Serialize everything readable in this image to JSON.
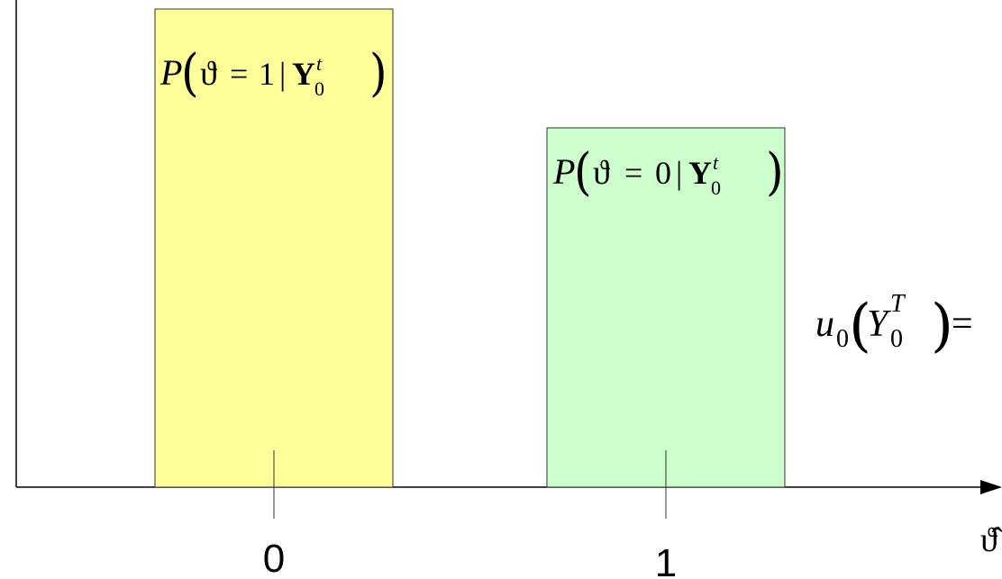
{
  "bars": [
    {
      "id": "bar-0",
      "tick_label": "0",
      "fill": "#ffff99",
      "label": {
        "lhs": "P",
        "var": "ϑ",
        "eq": "=",
        "val": "1",
        "bar": "|",
        "Y": "Y",
        "sub": "0",
        "sup": "t"
      }
    },
    {
      "id": "bar-1",
      "tick_label": "1",
      "fill": "#ccffcc",
      "label": {
        "lhs": "P",
        "var": "ϑ",
        "eq": "=",
        "val": "0",
        "bar": "|",
        "Y": "Y",
        "sub": "0",
        "sup": "t"
      }
    }
  ],
  "side_formula": {
    "u": "u",
    "u_sub": "0",
    "Y": "Y",
    "Y_sub": "0",
    "Y_sup": "T",
    "eq": "="
  },
  "x_axis_symbol": "ϑ̂",
  "colors": {
    "axis": "#000000",
    "bar_stroke": "#333333"
  }
}
